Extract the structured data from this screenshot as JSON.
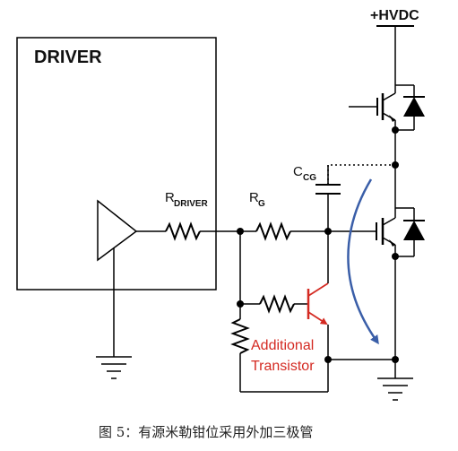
{
  "labels": {
    "driver_box": "DRIVER",
    "supply": "+HVDC",
    "r_driver_main": "R",
    "r_driver_sub": "DRIVER",
    "r_gate_main": "R",
    "r_gate_sub": "G",
    "c_cg_main": "C",
    "c_cg_sub": "CG",
    "additional_line1": "Additional",
    "additional_line2": "Transistor",
    "caption": "图 5：有源米勒钳位采用外加三极管"
  },
  "colors": {
    "wire": "#000000",
    "clamp_transistor": "#d42a22",
    "current_arrow": "#3a5ea8"
  },
  "icons": [
    "buffer-amplifier-icon",
    "resistor-icon",
    "capacitor-icon",
    "igbt-icon",
    "diode-icon",
    "npn-transistor-icon",
    "ground-icon"
  ]
}
